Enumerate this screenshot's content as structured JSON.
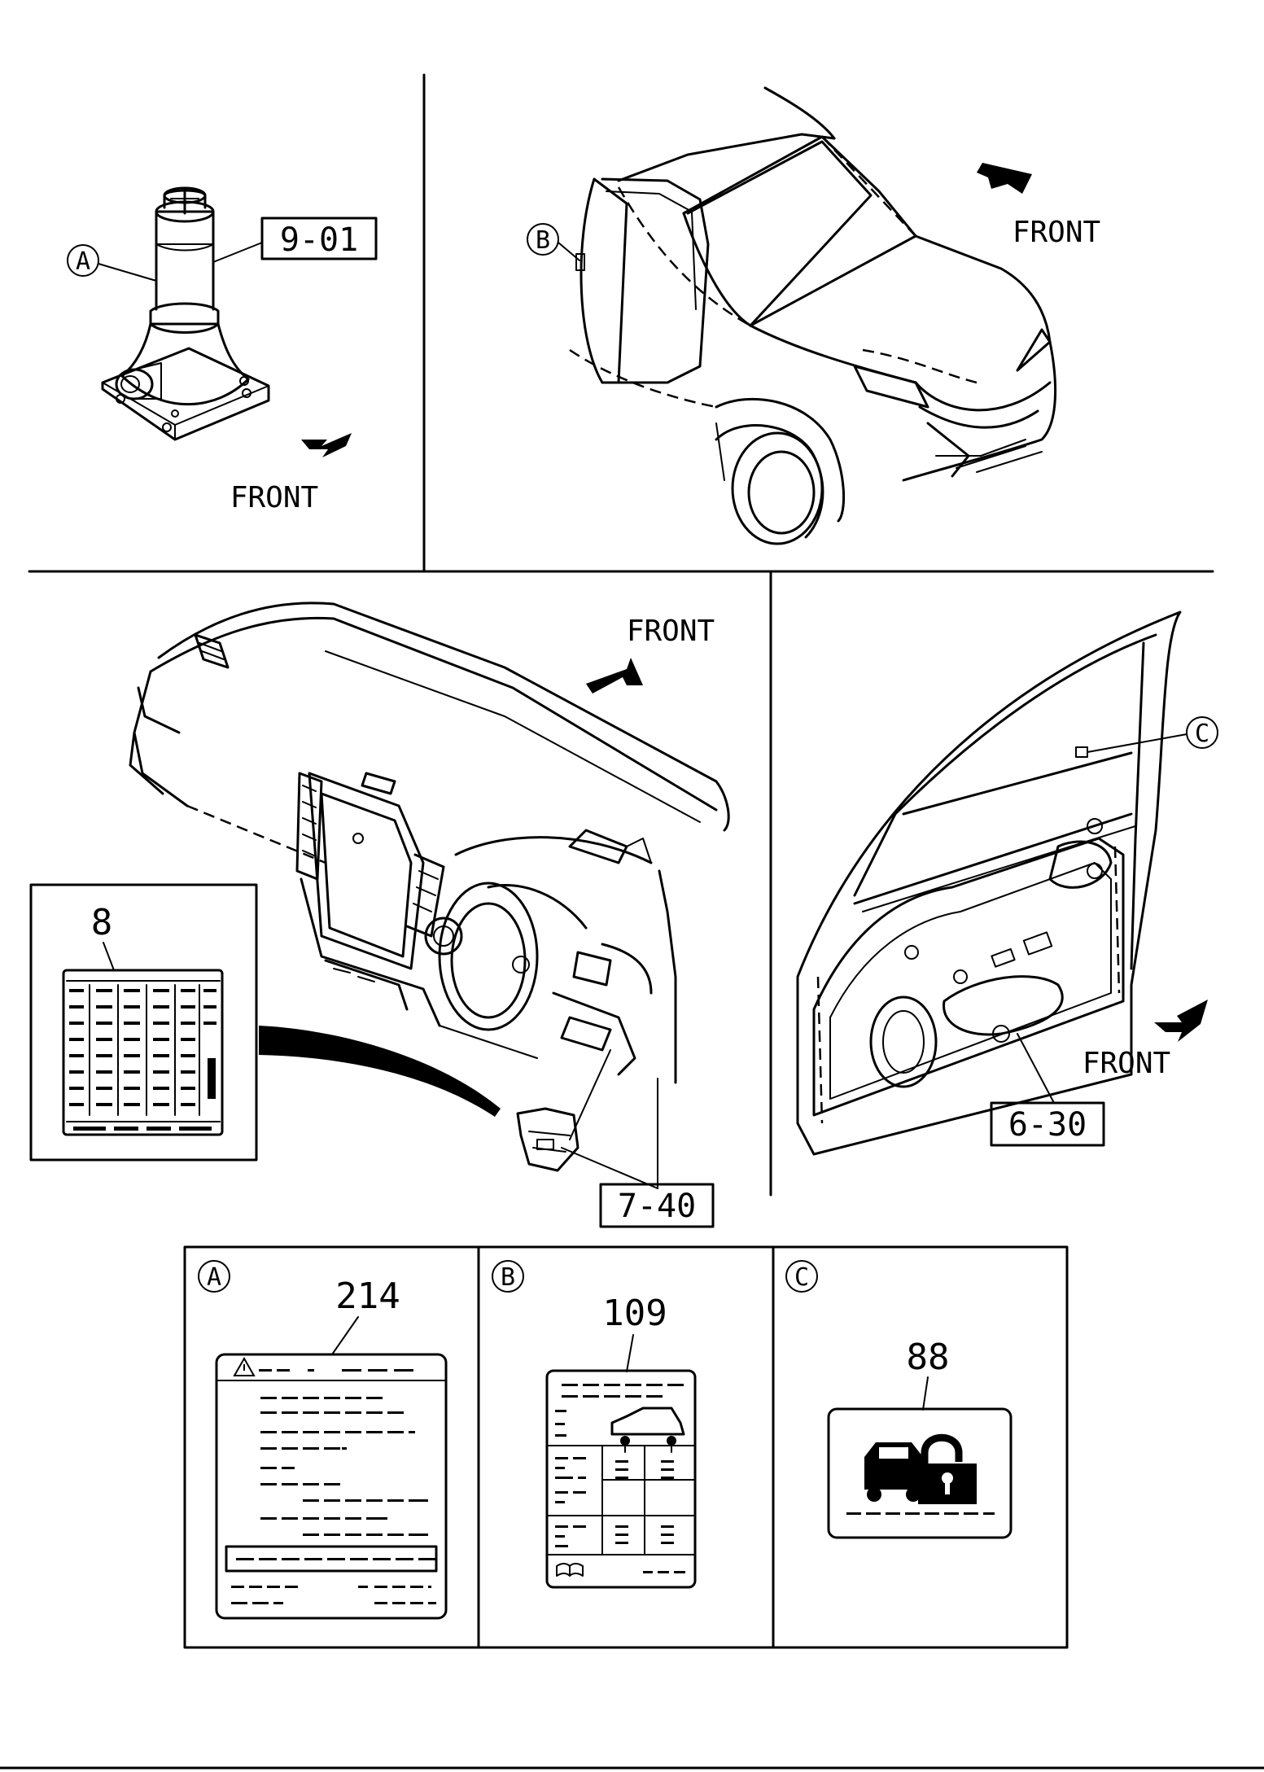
{
  "front_labels": [
    "FRONT",
    "FRONT",
    "FRONT",
    "FRONT"
  ],
  "refs": {
    "jack": "9-01",
    "instrument_panel": "7-40",
    "door": "6-30"
  },
  "callout_letters": [
    "A",
    "B",
    "C"
  ],
  "fuse_label_part": "8",
  "detail_panels": [
    {
      "letter": "A",
      "part": "214"
    },
    {
      "letter": "B",
      "part": "109"
    },
    {
      "letter": "C",
      "part": "88"
    }
  ]
}
